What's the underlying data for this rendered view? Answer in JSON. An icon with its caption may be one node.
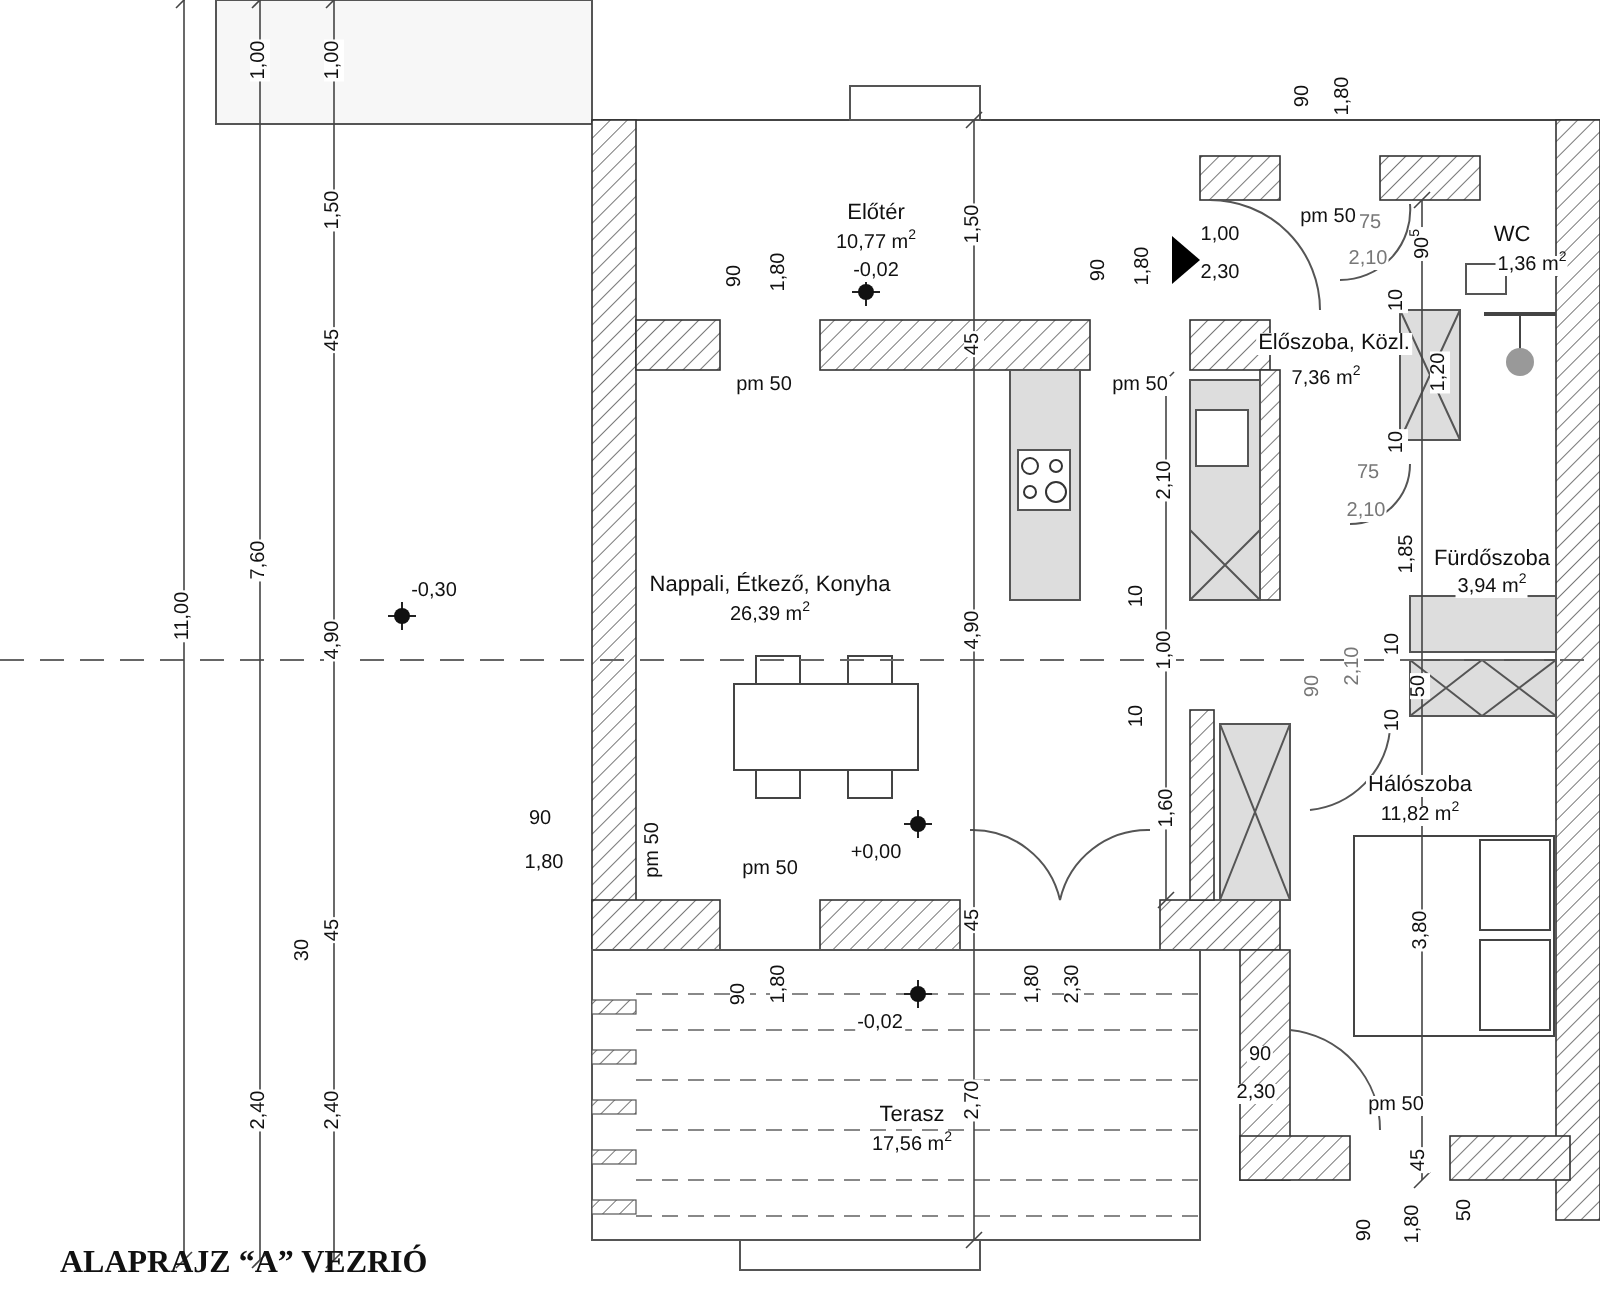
{
  "diagram": {
    "title": "ALAPRAJZ “A” VEZRIÓ",
    "labels": [
      "1,00",
      "1,00",
      "90",
      "1,80",
      "1,50",
      "Előtér",
      "10,77 m$^{2}$",
      "90",
      "1,80",
      "-0,02",
      "1,50",
      "90",
      "1,80",
      "1,00",
      "2,30",
      "pm 50",
      "75",
      "2,10",
      "90$^{5}$",
      "WC",
      "1,36 m$^{2}$",
      "10",
      "45",
      "45",
      "Előszoba, Közl.",
      "7,36 m$^{2}$",
      "1,20",
      "pm 50",
      "pm 50",
      "10",
      "2,10",
      "75",
      "2,10",
      "7,60",
      "-0,30",
      "Nappali, Étkező, Konyha",
      "10",
      "1,85",
      "Fürdőszoba",
      "3,94 m$^{2}$",
      "11,00",
      "4,90",
      "26,39 m$^{2}$",
      "4,90",
      "1,00",
      "90",
      "2,10",
      "10",
      "50",
      "10",
      "10",
      "90",
      "1,60",
      "Hálószoba",
      "11,82 m$^{2}$",
      "1,80",
      "pm 50",
      "pm 50",
      "+0,00",
      "30",
      "45",
      "45",
      "3,80",
      "90",
      "1,80",
      "1,80",
      "2,30",
      "-0,02",
      "90",
      "2,30",
      "2,40",
      "2,40",
      "Terasz",
      "2,70",
      "pm 50",
      "17,56 m$^{2}$",
      "45",
      "90",
      "1,80",
      "50"
    ]
  }
}
